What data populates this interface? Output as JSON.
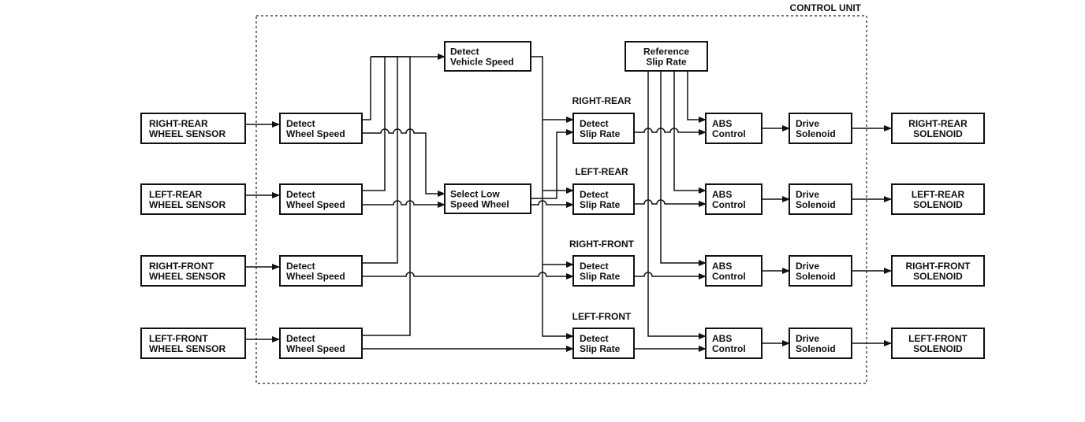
{
  "control_unit_label": "CONTROL UNIT",
  "sensors": [
    [
      "RIGHT-REAR",
      "WHEEL SENSOR"
    ],
    [
      "LEFT-REAR",
      "WHEEL SENSOR"
    ],
    [
      "RIGHT-FRONT",
      "WHEEL SENSOR"
    ],
    [
      "LEFT-FRONT",
      "WHEEL SENSOR"
    ]
  ],
  "detect_wheel_speed": [
    "Detect",
    "Wheel Speed"
  ],
  "detect_vehicle_speed": [
    "Detect",
    "Vehicle Speed"
  ],
  "select_low_speed_wheel": [
    "Select Low",
    "Speed Wheel"
  ],
  "reference_slip_rate": [
    "Reference",
    "Slip Rate"
  ],
  "wheel_labels": [
    "RIGHT-REAR",
    "LEFT-REAR",
    "RIGHT-FRONT",
    "LEFT-FRONT"
  ],
  "detect_slip_rate": [
    "Detect",
    "Slip Rate"
  ],
  "abs_control": [
    "ABS",
    "Control"
  ],
  "drive_solenoid": [
    "Drive",
    "Solenoid"
  ],
  "solenoids": [
    [
      "RIGHT-REAR",
      "SOLENOID"
    ],
    [
      "LEFT-REAR",
      "SOLENOID"
    ],
    [
      "RIGHT-FRONT",
      "SOLENOID"
    ],
    [
      "LEFT-FRONT",
      "SOLENOID"
    ]
  ]
}
